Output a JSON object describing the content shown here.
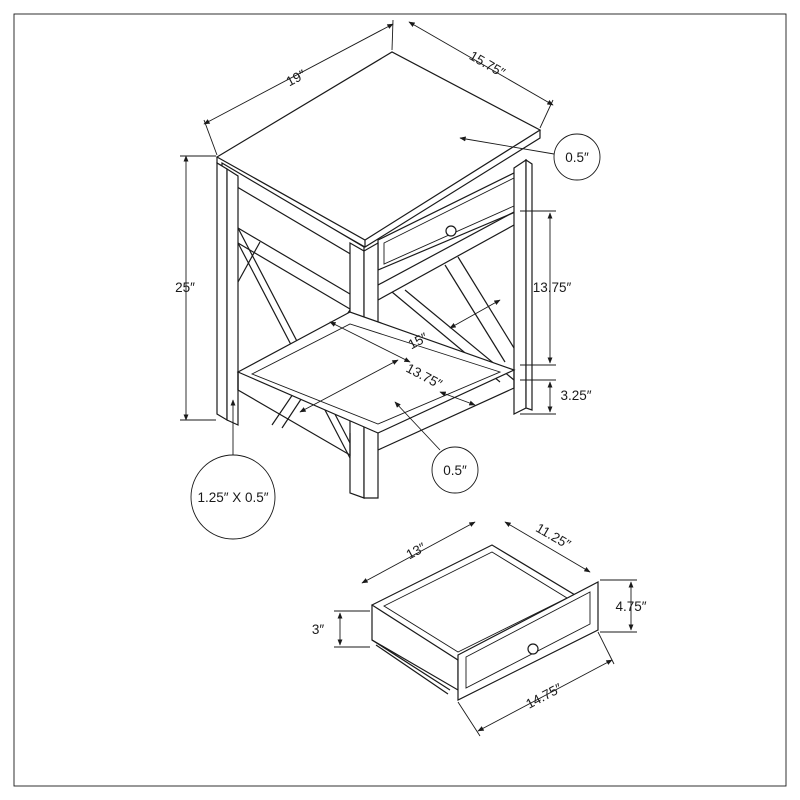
{
  "dimensions": {
    "top_width": "19″",
    "top_depth": "15.75″",
    "top_thickness": "0.5″",
    "overall_height": "25″",
    "leg_height_upper": "13.75″",
    "shelf_clearance": "3.25″",
    "shelf_width": "15″",
    "shelf_depth": "13.75″",
    "shelf_thickness": "0.5″",
    "leg_section": "1.25″ X 0.5″",
    "drawer_width": "13″",
    "drawer_depth": "11.25″",
    "drawer_front_height": "4.75″",
    "drawer_box_height": "3″",
    "drawer_front_width": "14.75″"
  },
  "colors": {
    "line": "#1a1a1a",
    "background": "#ffffff"
  }
}
